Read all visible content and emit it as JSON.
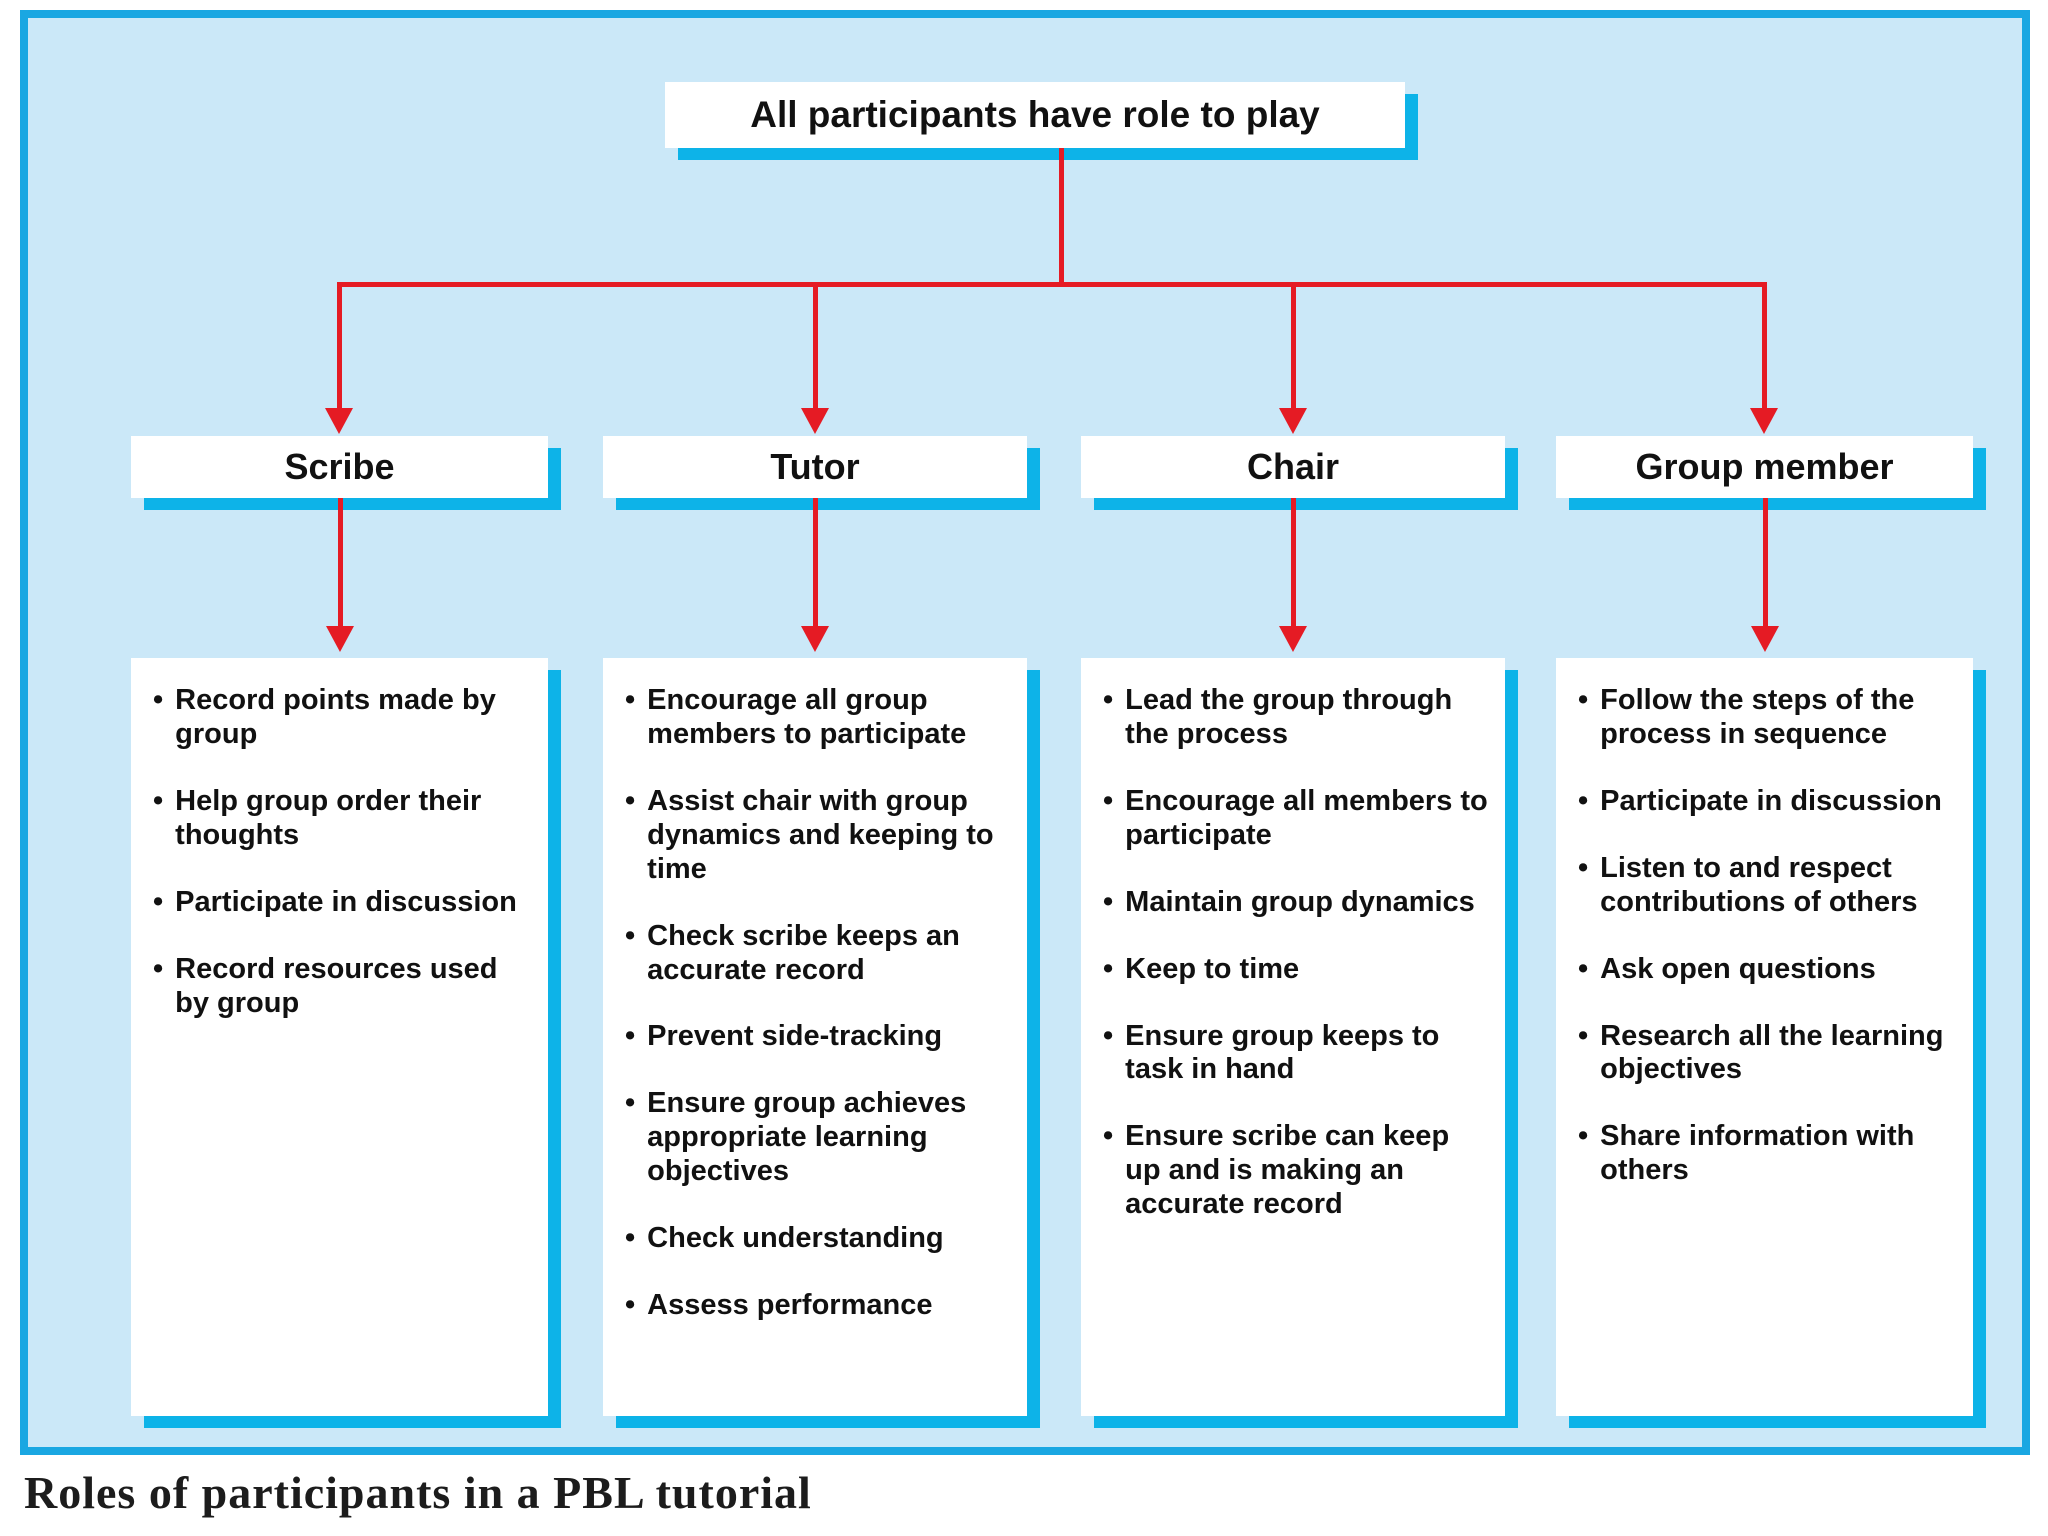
{
  "diagram": {
    "root_label": "All participants have role to play",
    "caption": "Roles of participants in a PBL tutorial",
    "bullet_char": "•",
    "roles": [
      {
        "title": "Scribe",
        "bullets": [
          "Record points made by group",
          "Help group order their thoughts",
          "Participate in discussion",
          "Record resources used by group"
        ]
      },
      {
        "title": "Tutor",
        "bullets": [
          "Encourage all group members to participate",
          "Assist chair with group dynamics and keeping to time",
          "Check scribe keeps an accurate record",
          "Prevent side-tracking",
          "Ensure group achieves appropriate learning objectives",
          "Check understanding",
          "Assess performance"
        ]
      },
      {
        "title": "Chair",
        "bullets": [
          "Lead the group through the process",
          "Encourage all members to participate",
          "Maintain group dynamics",
          "Keep to time",
          "Ensure group keeps to task in hand",
          "Ensure scribe can keep up and is making an accurate record"
        ]
      },
      {
        "title": "Group member",
        "bullets": [
          "Follow the steps of the process in sequence",
          "Participate in discussion",
          "Listen to and respect contributions of others",
          "Ask open questions",
          "Research all the learning objectives",
          "Share information with others"
        ]
      }
    ],
    "colors": {
      "panel_bg": "#cbe8f8",
      "panel_border": "#1aa7e2",
      "shadow": "#0db3e8",
      "arrow": "#e51b24",
      "box_bg": "#ffffff",
      "text": "#111111"
    }
  }
}
